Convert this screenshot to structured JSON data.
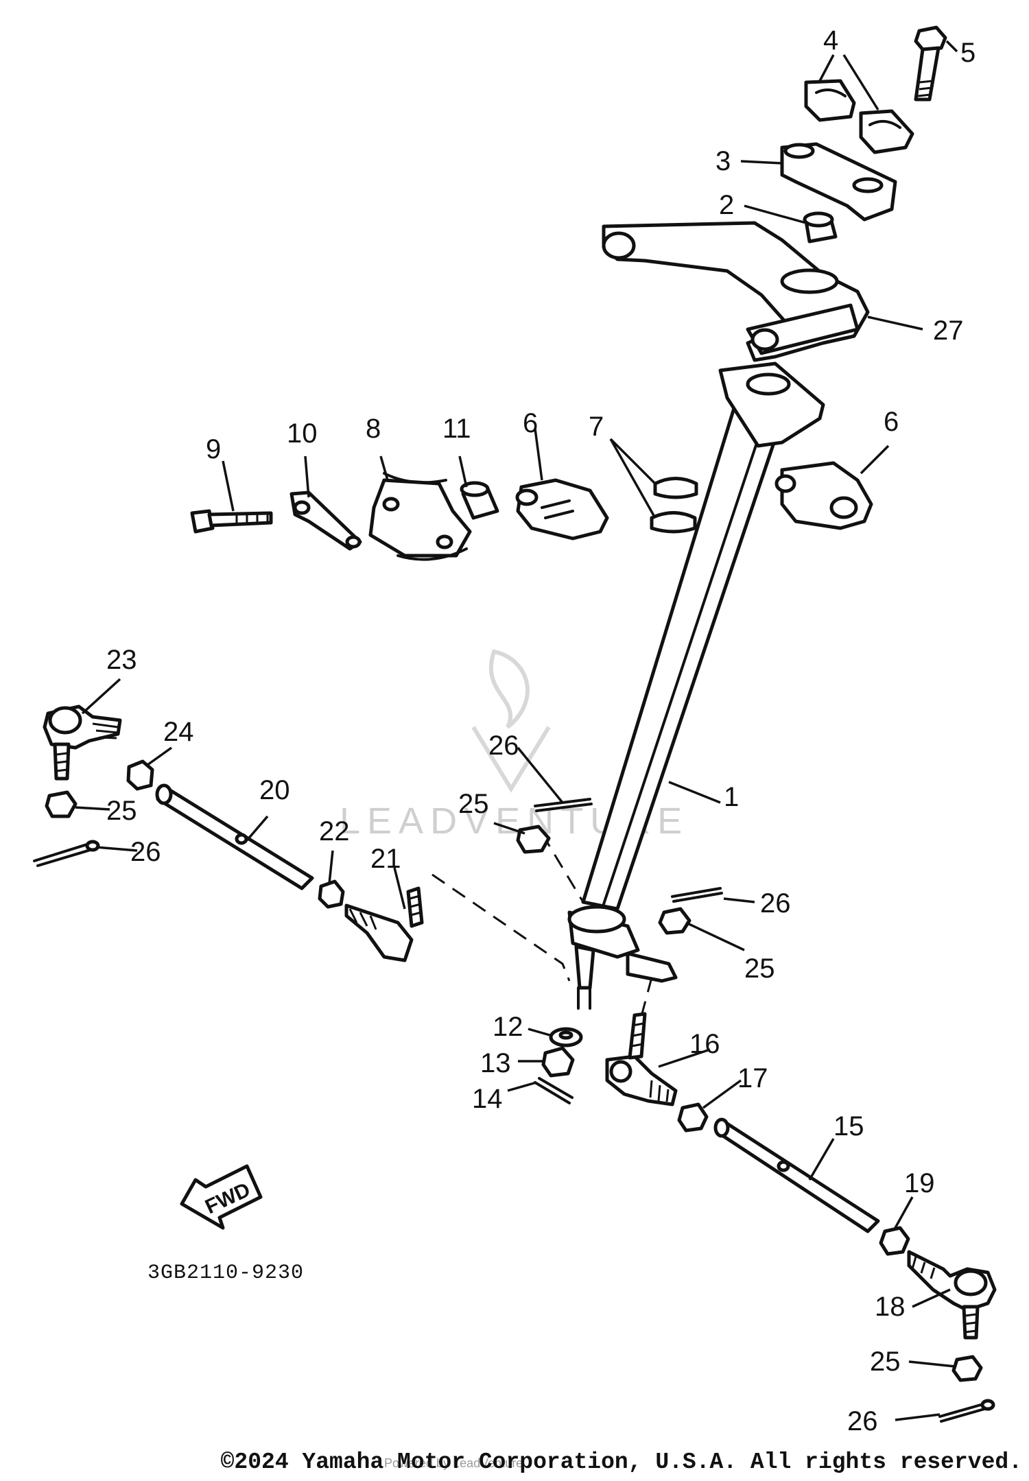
{
  "diagram": {
    "callouts": {
      "c1": "1",
      "c2": "2",
      "c3": "3",
      "c4": "4",
      "c5": "5",
      "c6a": "6",
      "c6b": "6",
      "c7": "7",
      "c8": "8",
      "c9": "9",
      "c10": "10",
      "c11": "11",
      "c12": "12",
      "c13": "13",
      "c14": "14",
      "c15": "15",
      "c16": "16",
      "c17": "17",
      "c18": "18",
      "c19": "19",
      "c20": "20",
      "c21": "21",
      "c22": "22",
      "c23": "23",
      "c24": "24",
      "c25a": "25",
      "c25b": "25",
      "c25c": "25",
      "c25d": "25",
      "c26a": "26",
      "c26b": "26",
      "c26c": "26",
      "c26d": "26",
      "c27": "27"
    },
    "fwd_label": "FWD",
    "drawing_code": "3GB2110-9230",
    "watermark": "LEADVENTURE"
  },
  "footer": {
    "copyright": "©2024 Yamaha Motor Corporation, U.S.A. All rights reserved.",
    "powered_by": "Powered by LeadVenture"
  }
}
